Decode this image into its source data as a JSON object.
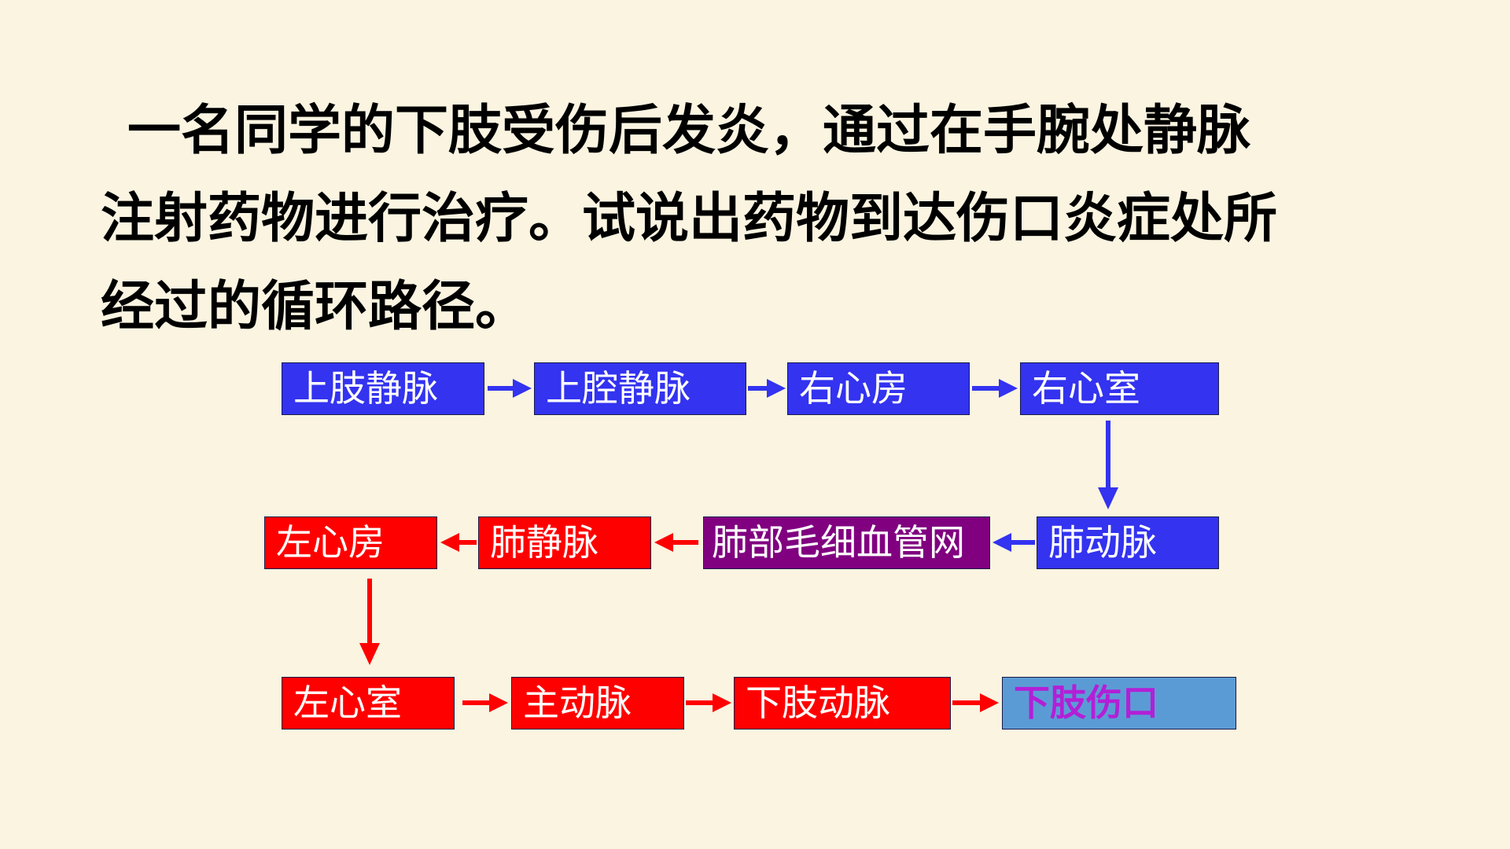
{
  "question": {
    "lines": [
      "一名同学的下肢受伤后发炎，通过在手腕处静脉",
      "注射药物进行治疗。试说出药物到达伤口炎症处所",
      "经过的循环路径。"
    ]
  },
  "flow": {
    "row1": [
      "上肢静脉",
      "上腔静脉",
      "右心房",
      "右心室"
    ],
    "row2": [
      "左心房",
      "肺静脉",
      "肺部毛细血管网",
      "肺动脉"
    ],
    "row3": [
      "左心室",
      "主动脉",
      "下肢动脉",
      "下肢伤口"
    ]
  },
  "colors": {
    "background": "#faf4e1",
    "venous_blue": "#3333f0",
    "arterial_red": "#ff0000",
    "capillary_purple": "#800080",
    "wound_blue": "#5b9bd5",
    "wound_text": "#b31fd6",
    "blue_arrow": "#3333f0",
    "red_arrow": "#ff0000"
  }
}
